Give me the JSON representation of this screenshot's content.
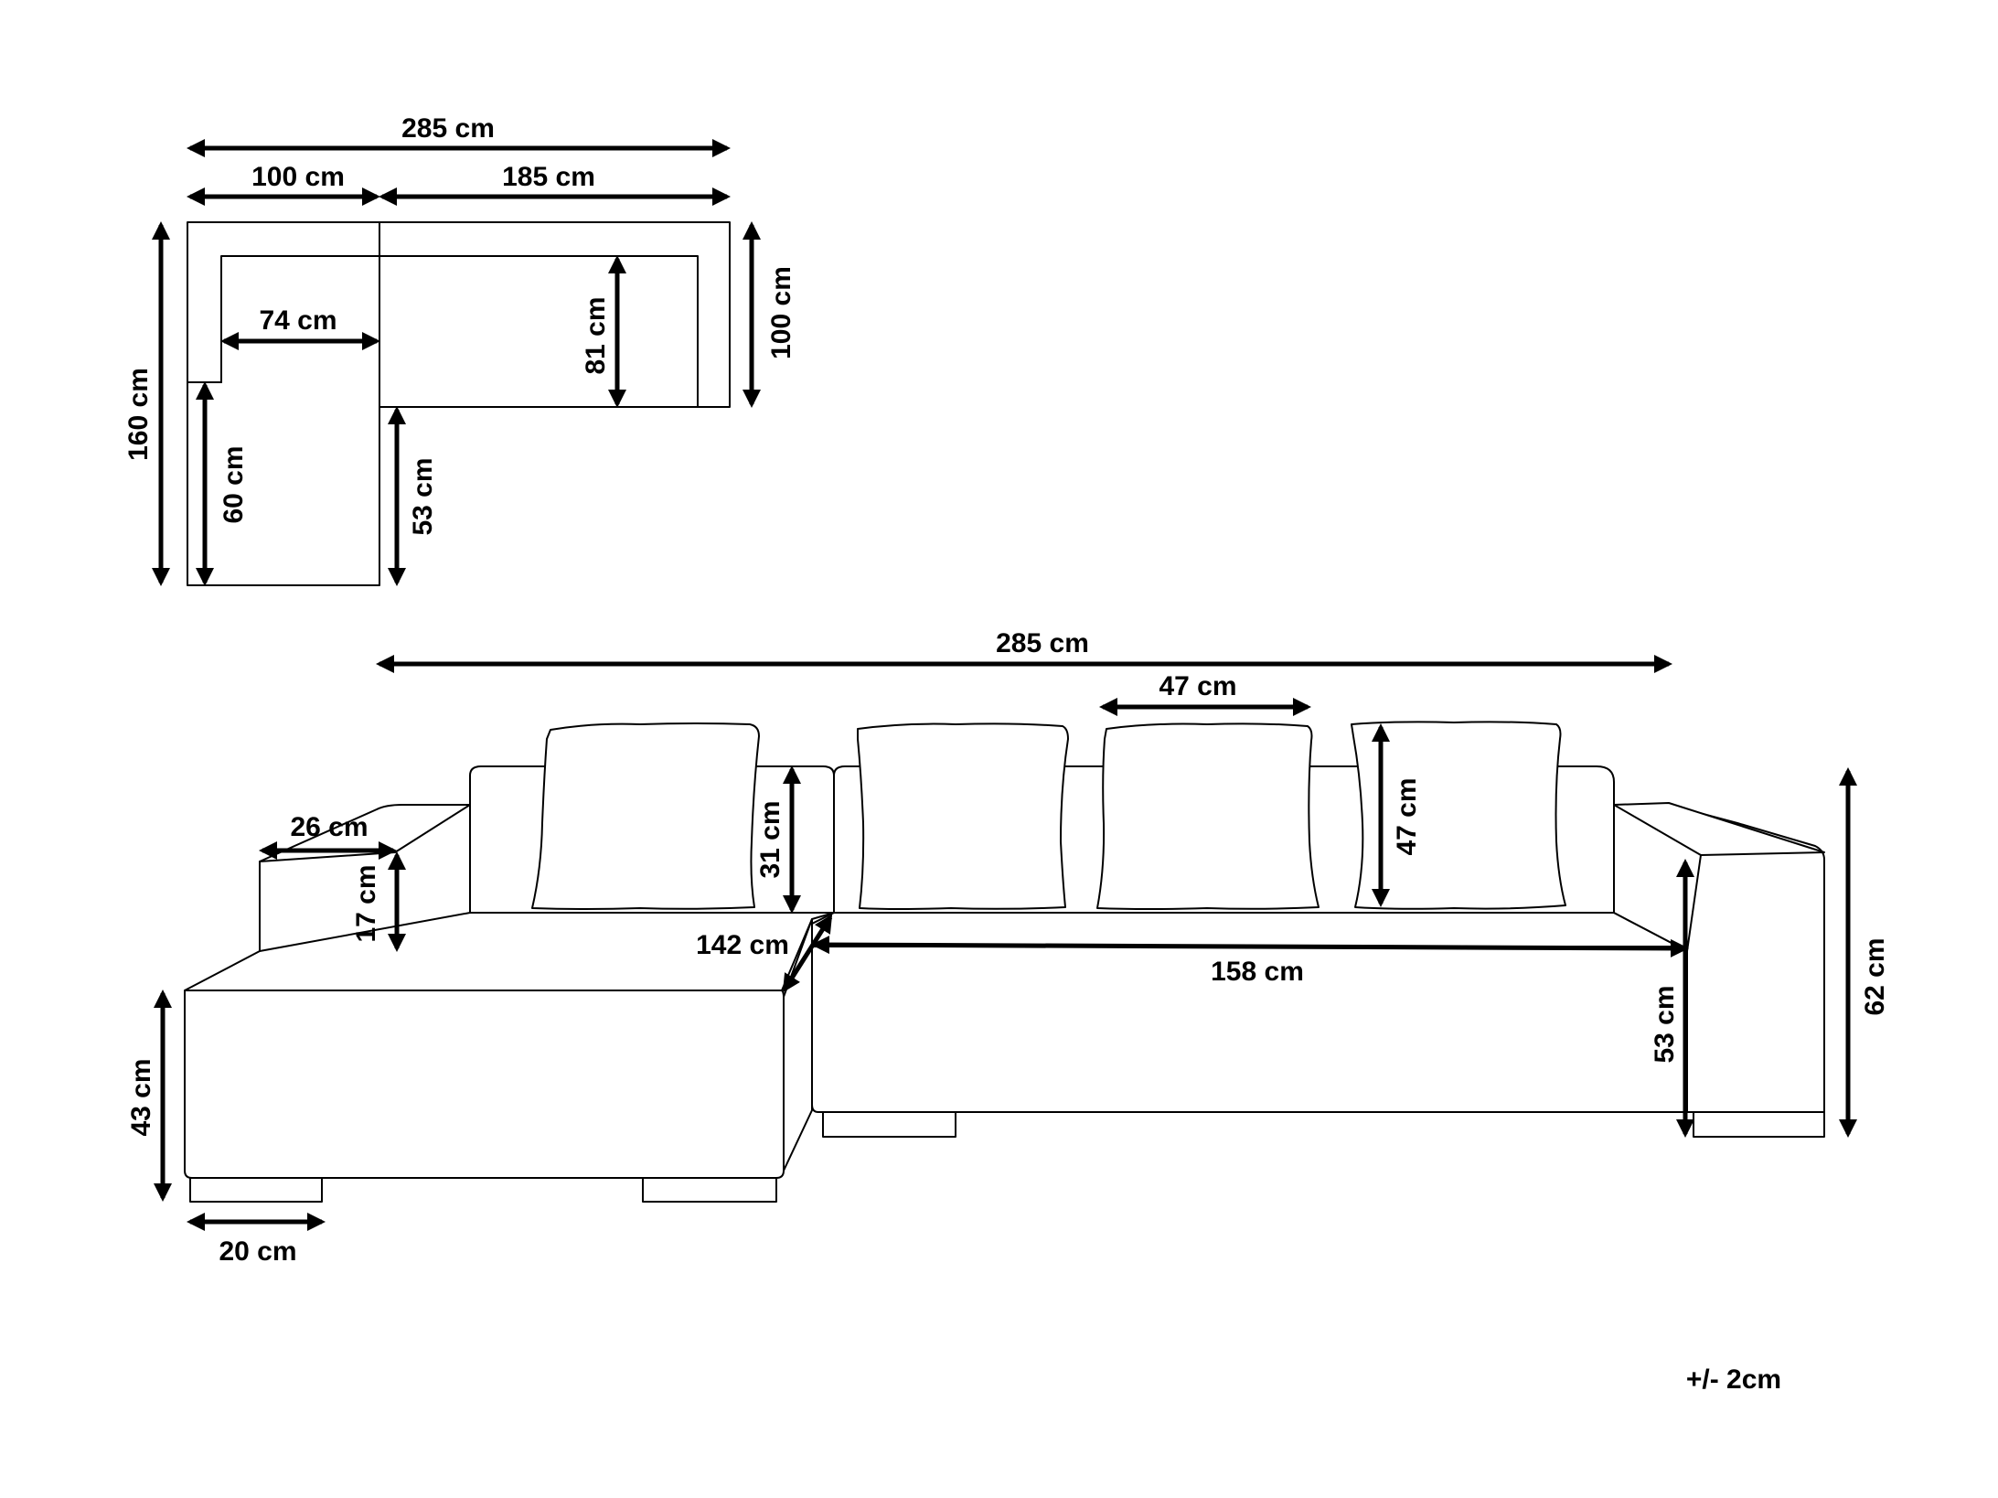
{
  "top_view": {
    "overall_width": "285 cm",
    "chaise_width": "100 cm",
    "sofa_width": "185 cm",
    "overall_depth": "160 cm",
    "sofa_depth": "100 cm",
    "chaise_seat_width": "74 cm",
    "seat_depth": "81 cm",
    "chaise_extension_inner": "60 cm",
    "chaise_extension": "53 cm"
  },
  "front_view": {
    "overall_width": "285 cm",
    "pillow_width": "47 cm",
    "pillow_height": "47 cm",
    "armrest_width": "26 cm",
    "armrest_height": "17 cm",
    "backrest_height": "31 cm",
    "diagonal_depth": "142 cm",
    "seat_width": "158 cm",
    "seat_height": "53 cm",
    "total_height": "62 cm",
    "chaise_height": "43 cm",
    "leg_width": "20 cm"
  },
  "tolerance": "+/- 2cm"
}
